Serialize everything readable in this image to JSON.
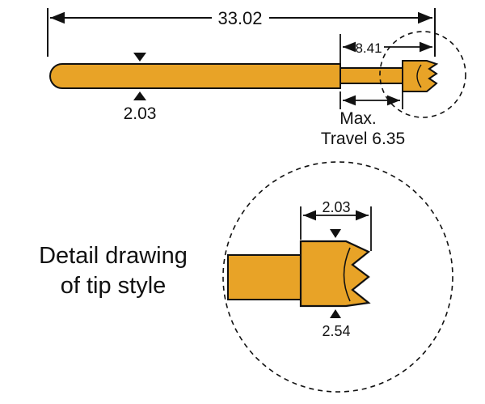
{
  "drawing": {
    "overall_length": "33.02",
    "plunger_length": "8.41",
    "barrel_diameter": "2.03",
    "travel_label_line1": "Max.",
    "travel_label_line2": "Travel 6.35",
    "detail_caption_line1": "Detail drawing",
    "detail_caption_line2": "of tip style",
    "tip_width": "2.03",
    "tip_diameter": "2.54"
  },
  "colors": {
    "gold": "#E8A327",
    "outline": "#111111",
    "background": "#ffffff"
  }
}
